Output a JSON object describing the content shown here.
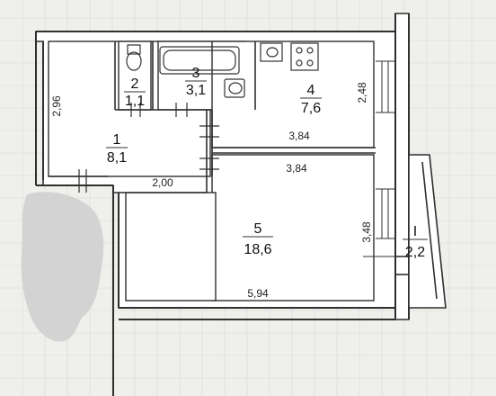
{
  "rooms": [
    {
      "id": "1",
      "area": "8,1"
    },
    {
      "id": "2",
      "area": "1,1"
    },
    {
      "id": "3",
      "area": "3,1"
    },
    {
      "id": "4",
      "area": "7,6"
    },
    {
      "id": "5",
      "area": "18,6"
    },
    {
      "id": "I",
      "area": "2,2"
    }
  ],
  "dimensions": {
    "corridor_height": "2,96",
    "corridor_width": "2,00",
    "kitchen_height": "2,48",
    "kitchen_width": "3,84",
    "living_width_top": "3,84",
    "living_height": "3,48",
    "living_width_bottom": "5,94"
  },
  "colors": {
    "wall": "#2f2f2f",
    "paper": "#efefec",
    "room": "#ffffff",
    "redaction": "#d3d3d3"
  }
}
